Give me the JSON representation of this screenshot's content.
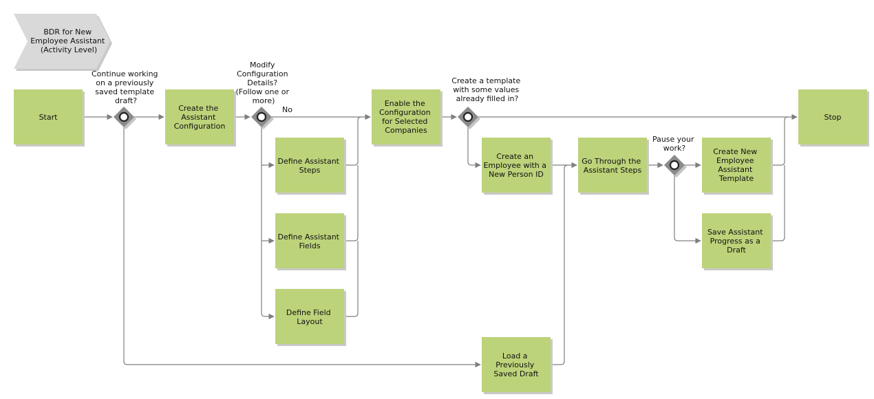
{
  "title": [
    "BDR for New",
    "Employee Assistant",
    "(Activity Level)"
  ],
  "colors": {
    "activity": "#bcd37a",
    "gateway": "#8a8a8a",
    "connector": "#7f7f7f",
    "title_shape": "#d9d9d9"
  },
  "activities": {
    "start": [
      "Start"
    ],
    "create_config": [
      "Create the",
      "Assistant",
      "Configuration"
    ],
    "define_steps": [
      "Define Assistant",
      "Steps"
    ],
    "define_fields": [
      "Define Assistant",
      "Fields"
    ],
    "define_layout": [
      "Define Field",
      "Layout"
    ],
    "enable_config": [
      "Enable the",
      "Configuration",
      "for Selected",
      "Companies"
    ],
    "create_employee": [
      "Create an",
      "Employee with a",
      "New Person ID"
    ],
    "go_through": [
      "Go Through the",
      "Assistant Steps"
    ],
    "create_template": [
      "Create New",
      "Employee",
      "Assistant",
      "Template"
    ],
    "save_progress": [
      "Save Assistant",
      "Progress as a",
      "Draft"
    ],
    "load_draft": [
      "Load a",
      "Previously",
      "Saved Draft"
    ],
    "stop": [
      "Stop"
    ]
  },
  "gateways": {
    "continue_working": [
      "Continue working",
      "on a previously",
      "saved template",
      "draft?"
    ],
    "modify_config": [
      "Modify",
      "Configuration",
      "Details?",
      "(Follow one or",
      "more)"
    ],
    "create_template_q": [
      "Create a template",
      "with some values",
      "already filled in?"
    ],
    "pause_work": [
      "Pause your",
      "work?"
    ]
  },
  "edge_labels": {
    "no": "No"
  }
}
